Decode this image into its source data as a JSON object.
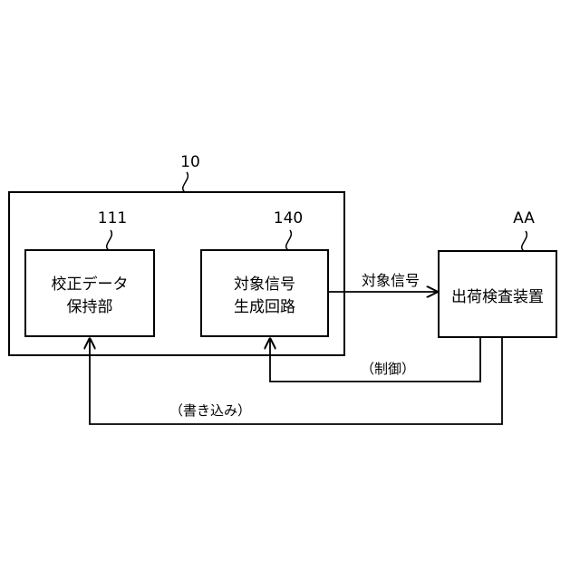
{
  "device": {
    "ref": "10"
  },
  "calibration_block": {
    "ref": "111",
    "line1": "校正データ",
    "line2": "保持部"
  },
  "signal_block": {
    "ref": "140",
    "line1": "対象信号",
    "line2": "生成回路"
  },
  "inspection_block": {
    "ref": "AA",
    "label": "出荷検査装置"
  },
  "arrows": {
    "signal": "対象信号",
    "control": "（制御）",
    "write": "（書き込み）"
  }
}
